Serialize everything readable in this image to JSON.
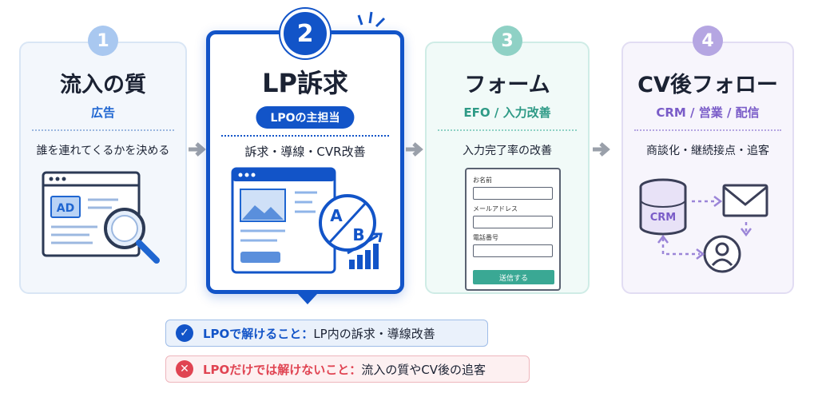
{
  "steps": [
    {
      "number": "1",
      "title": "流入の質",
      "subtitle": "広告",
      "description": "誰を連れてくるかを決める",
      "icon_text": "AD"
    },
    {
      "number": "2",
      "title": "LP訴求",
      "subtitle": "LPOの主担当",
      "description": "訴求・導線・CVR改善",
      "icon_text_a": "A",
      "icon_text_b": "B"
    },
    {
      "number": "3",
      "title": "フォーム",
      "subtitle": "EFO / 入力改善",
      "description": "入力完了率の改善",
      "form": {
        "field1": "お名前",
        "field2": "メールアドレス",
        "field3": "電話番号",
        "button": "送信する"
      }
    },
    {
      "number": "4",
      "title": "CV後フォロー",
      "subtitle": "CRM / 営業 / 配信",
      "description": "商談化・継続接点・追客",
      "icon_text": "CRM"
    }
  ],
  "notes": {
    "ok": {
      "label": "LPOで解けること：",
      "text": "LP内の訴求・導線改善"
    },
    "ng": {
      "label": "LPOだけでは解けないこと：",
      "text": "流入の質やCV後の追客"
    }
  },
  "colors": {
    "primary": "#1254c8",
    "step1": "#a9c8f0",
    "step3": "#3aa894",
    "step4": "#7a5cc8",
    "ok": "#1254c8",
    "ng": "#e04452"
  }
}
